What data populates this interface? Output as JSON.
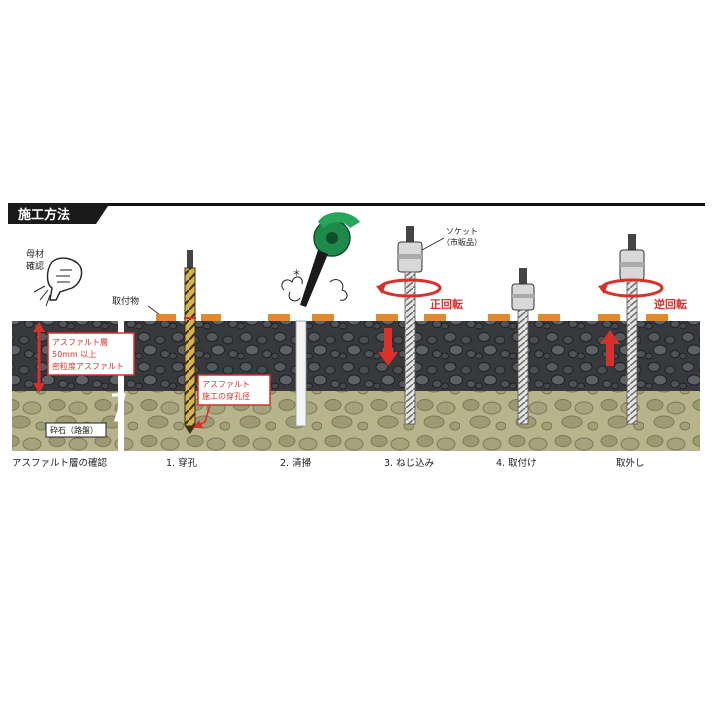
{
  "header": {
    "title": "施工方法"
  },
  "labels": {
    "inspect": [
      "母材",
      "確認"
    ],
    "toritsuke_butsu": "取付物",
    "asphalt_note": [
      "アスファルト層",
      "50mm 以上",
      "密粒度アスファルト"
    ],
    "gravel": "砕石（路盤）",
    "hole_note": [
      "アスファルト",
      "施工の穿孔径"
    ],
    "socket": [
      "ソケット",
      "（市販品）"
    ],
    "forward": "正回転",
    "reverse": "逆回転"
  },
  "steps": [
    "アスファルト層の確認",
    "1. 穿孔",
    "2. 清掃",
    "3. ねじ込み",
    "4. 取付け",
    "取外し"
  ],
  "colors": {
    "asphalt": "#37393d",
    "gravel": "#b7b38b",
    "plate": "#e08a2d",
    "accent": "#d9302c",
    "blower": "#1e8a4a"
  }
}
